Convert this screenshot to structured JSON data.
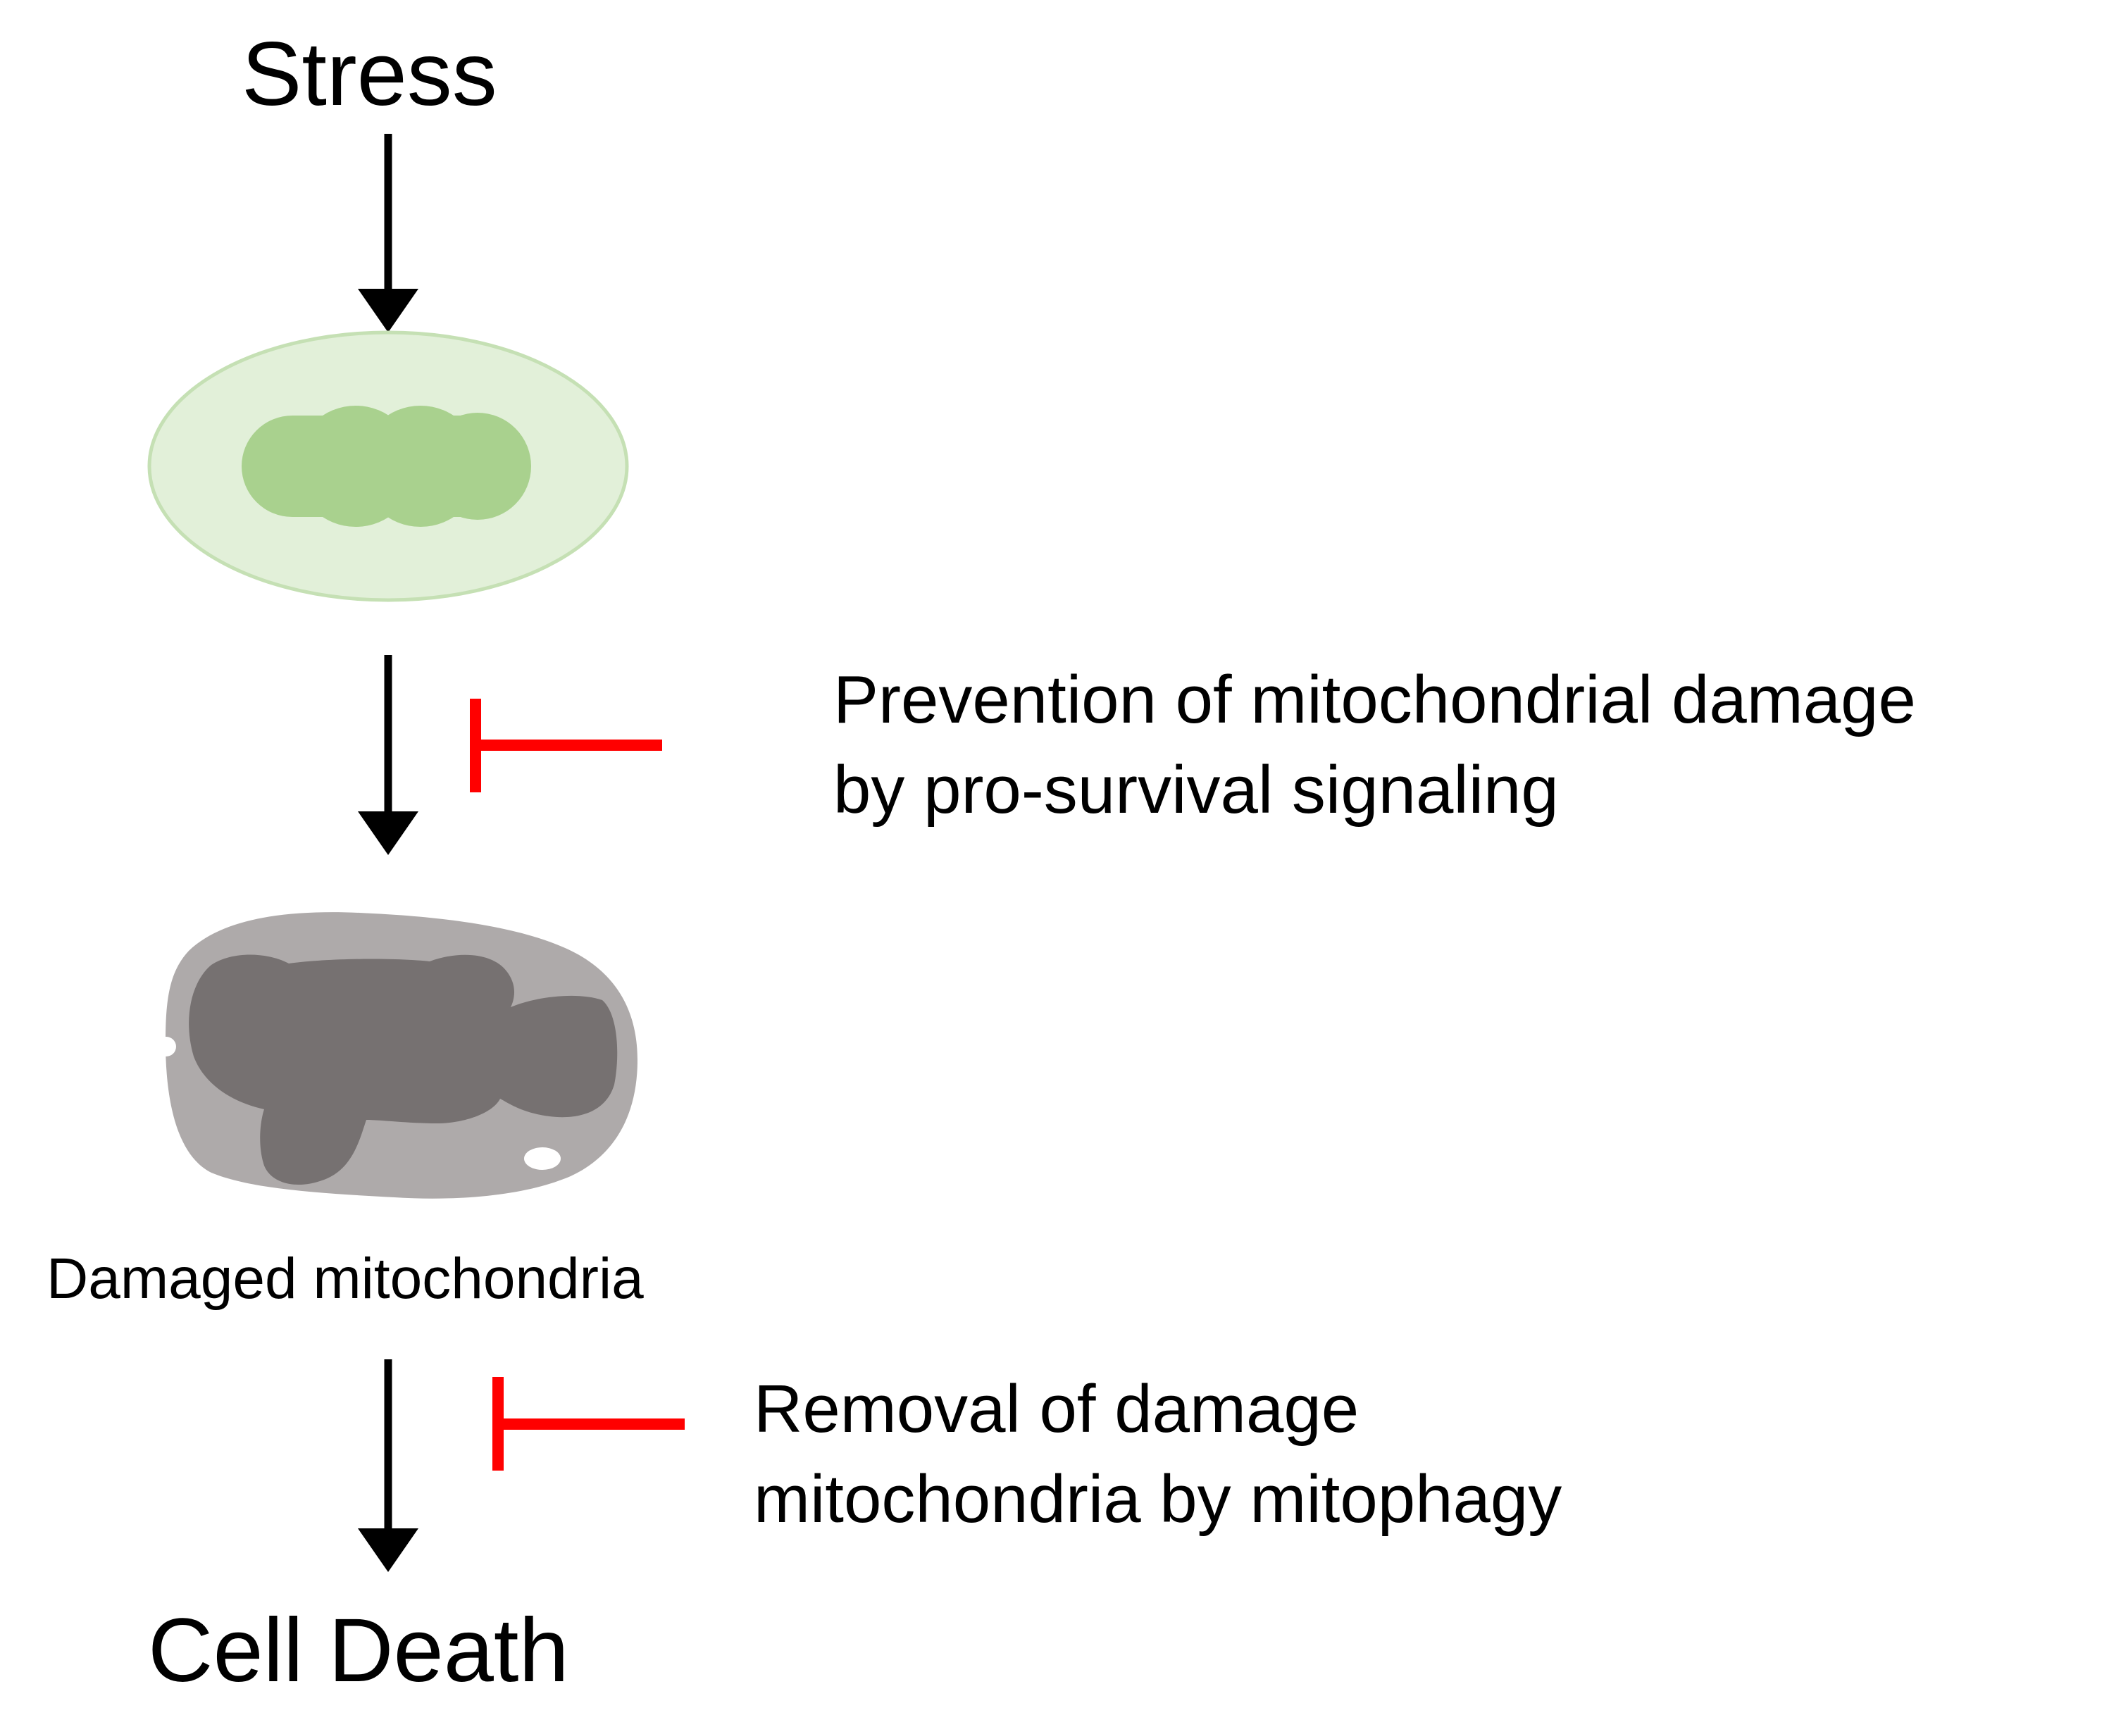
{
  "nodes": {
    "stress": "Stress",
    "damaged_mitochondria": "Damaged mitochondria",
    "cell_death": "Cell Death"
  },
  "inhibitions": {
    "prevention": {
      "line1": "Prevention of mitochondrial damage",
      "line2": "by pro-survival signaling"
    },
    "removal": {
      "line1": "Removal of damage",
      "line2": "mitochondria by mitophagy"
    }
  },
  "colors": {
    "arrow": "#000000",
    "inhibitor": "#ff0000",
    "healthy_outer": "#e2f0d9",
    "healthy_outer_stroke": "#c5e0b4",
    "healthy_inner": "#a9d18e",
    "damaged_outer": "#aeaaaa",
    "damaged_inner": "#767171"
  }
}
